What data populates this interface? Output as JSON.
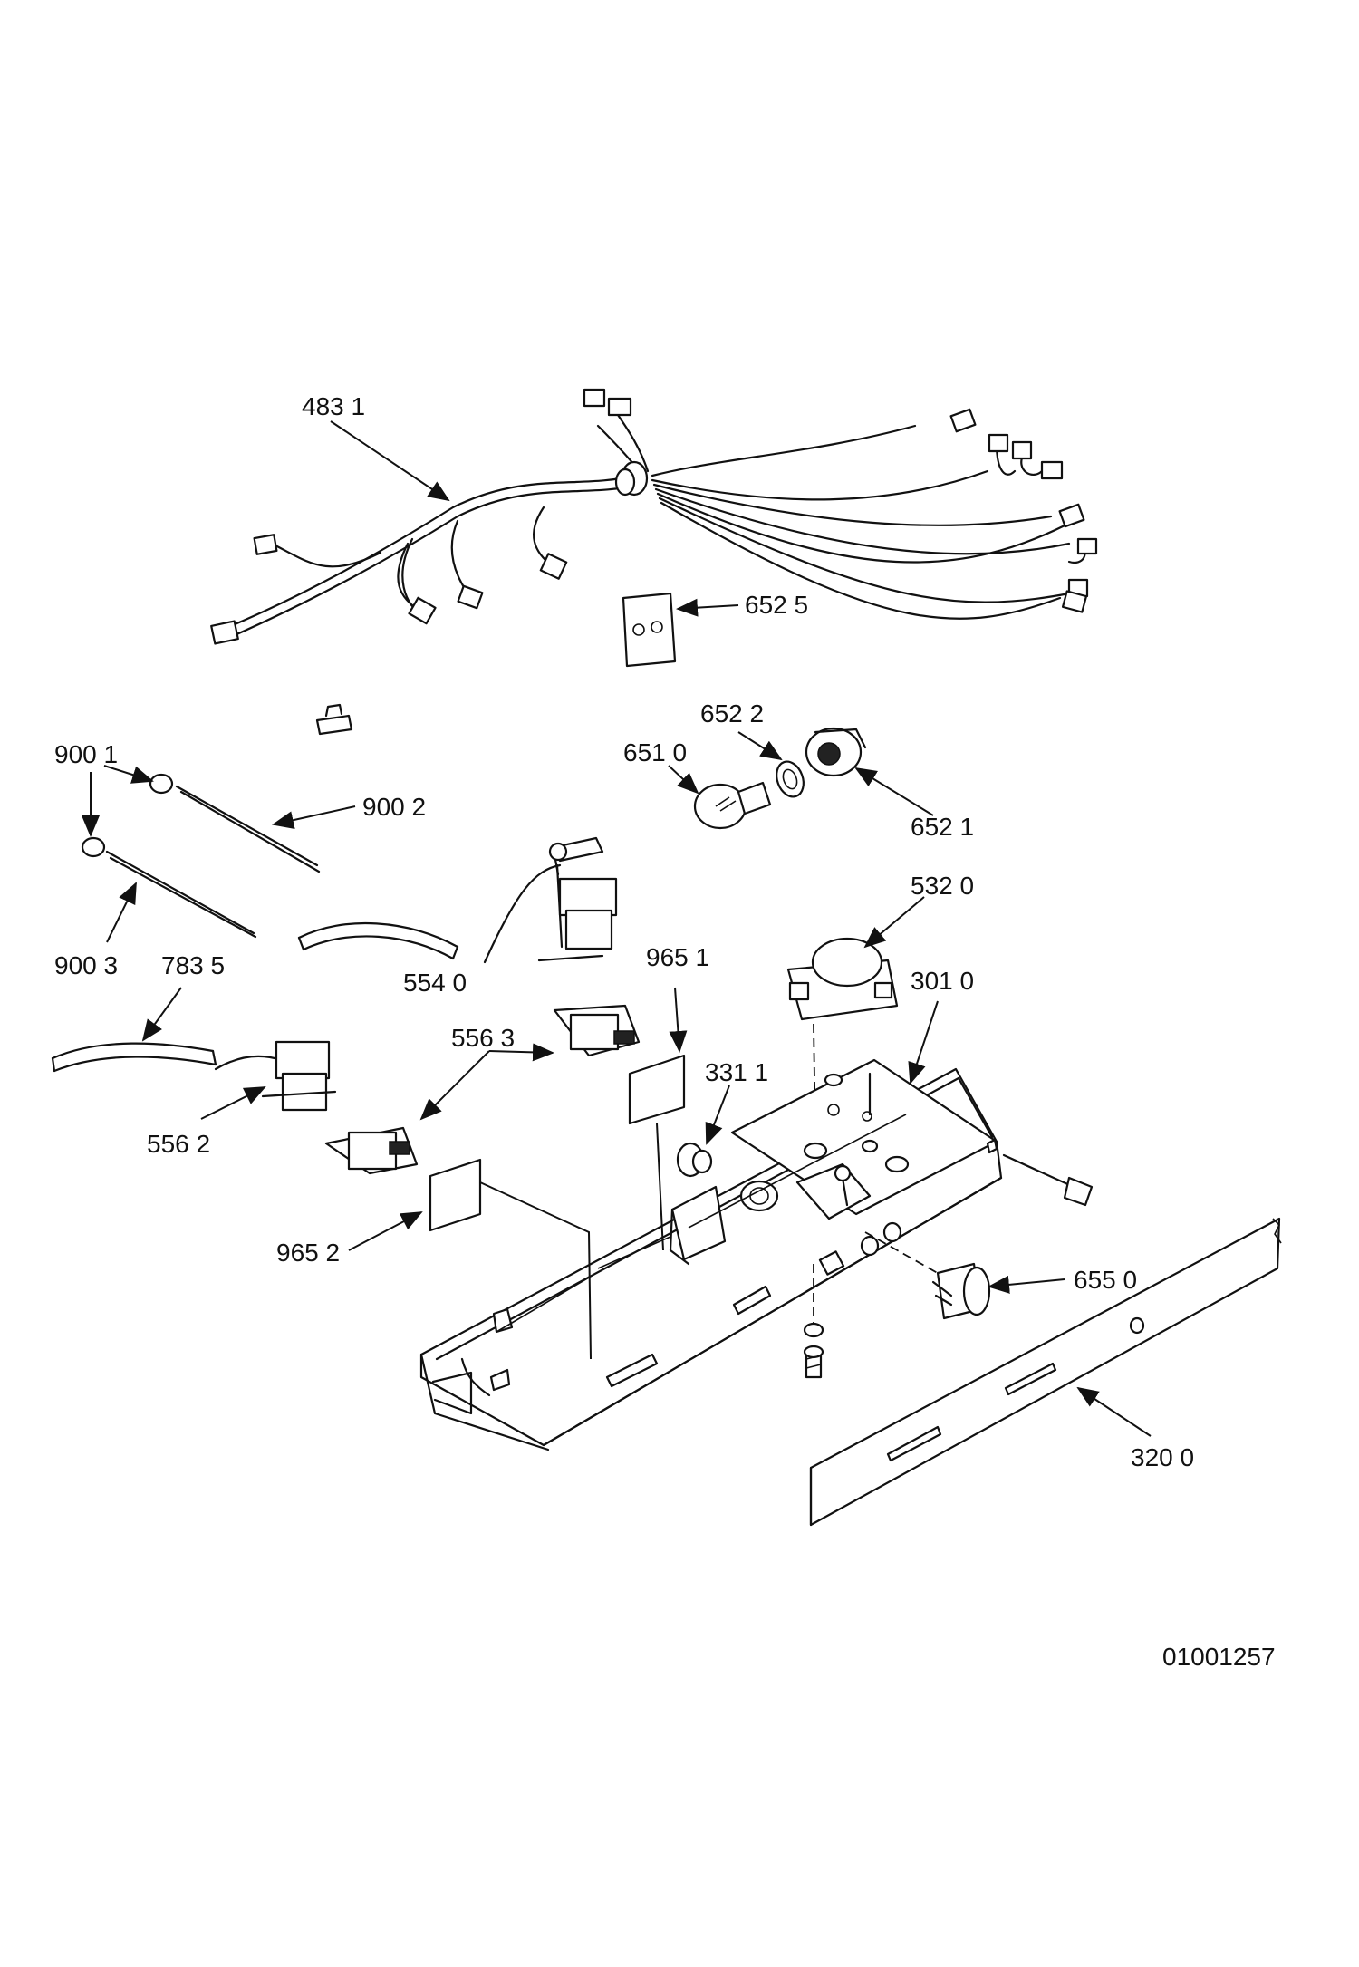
{
  "callouts": {
    "harness": "483 1",
    "bracket_plate": "652 5",
    "socket_ring": "652 2",
    "bulb": "651 0",
    "socket": "652 1",
    "tube_end_top": "900 1",
    "tube_top": "900 2",
    "tube_bottom": "900 3",
    "sleeve": "783 5",
    "switch_center": "554 0",
    "timer": "532 0",
    "label_top": "965 1",
    "housing": "301 0",
    "switch_pair": "556 3",
    "plug": "331 1",
    "switch_left": "556 2",
    "label_bottom": "965 2",
    "knob": "655 0",
    "cover": "320 0"
  },
  "diagram_id": "01001257"
}
